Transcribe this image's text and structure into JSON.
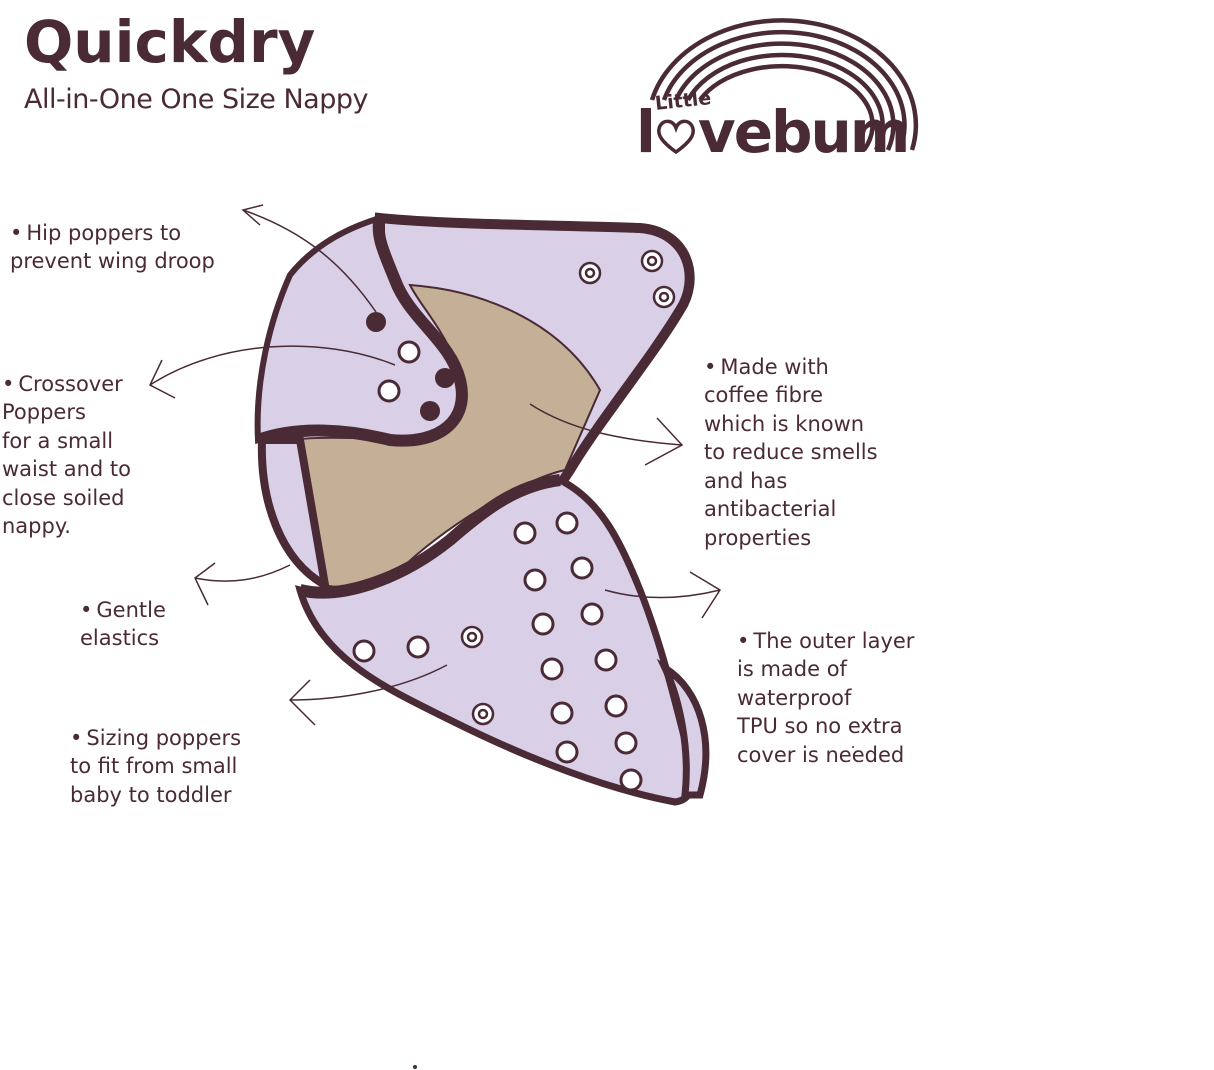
{
  "header": {
    "title": "Quickdry",
    "subtitle": "All-in-One One Size Nappy"
  },
  "logo": {
    "small_text": "Little",
    "main_text_prefix": "l",
    "main_text_suffix": "vebum",
    "icon": "heart-icon",
    "decoration": "rainbow-arcs"
  },
  "annotations": [
    {
      "id": "hip-poppers",
      "bullet": "•",
      "text": "Hip poppers to\nprevent wing droop"
    },
    {
      "id": "crossover-poppers",
      "bullet": "•",
      "text": "Crossover\nPoppers\nfor a small\nwaist and to\nclose soiled\nnappy."
    },
    {
      "id": "gentle-elastics",
      "bullet": "•",
      "text": "Gentle\nelastics"
    },
    {
      "id": "sizing-poppers",
      "bullet": "•",
      "text": "Sizing poppers\nto fit from small\nbaby to toddler"
    },
    {
      "id": "coffee-fibre",
      "bullet": "•",
      "text": "Made with\ncoffee fibre\nwhich is known\nto reduce smells\nand has\nantibacterial\nproperties"
    },
    {
      "id": "outer-layer",
      "bullet": "•",
      "text": "The outer layer\nis made of\nwaterproof\nTPU so no extra\ncover is needed"
    }
  ],
  "colors": {
    "outline": "#4a2a35",
    "shell": "#d9cfe6",
    "inner": "#c4b096",
    "background": "#ffffff"
  }
}
